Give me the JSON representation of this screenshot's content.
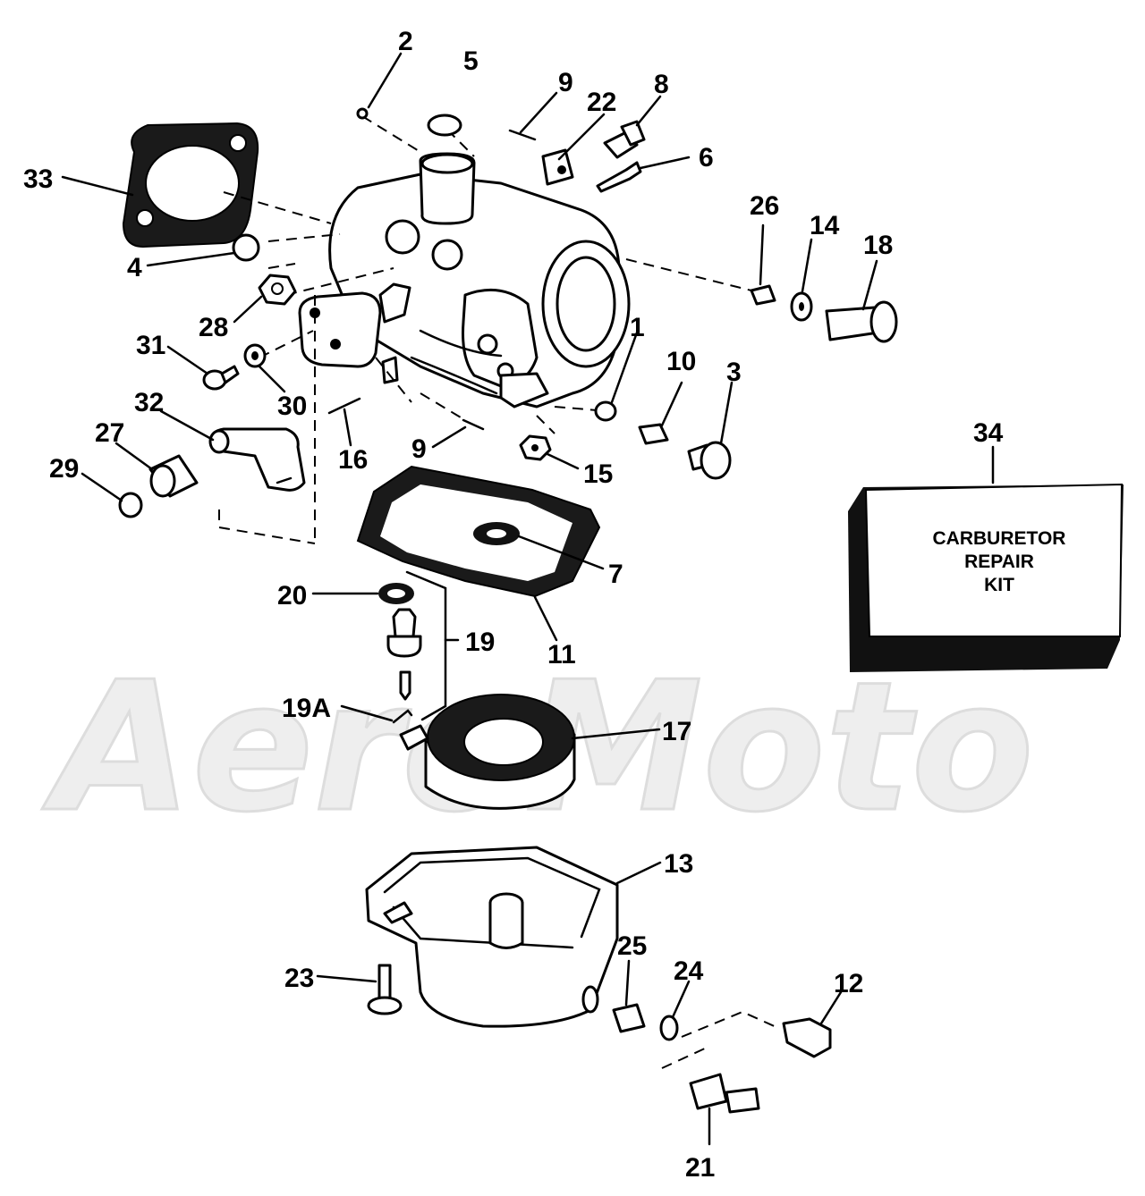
{
  "watermark": "AeroMoto",
  "kit_label": {
    "line1": "CARBURETOR",
    "line2": "REPAIR",
    "line3": "KIT"
  },
  "callouts": {
    "c1": "1",
    "c2": "2",
    "c3": "3",
    "c4": "4",
    "c5": "5",
    "c6": "6",
    "c7": "7",
    "c8": "8",
    "c9a": "9",
    "c9b": "9",
    "c10": "10",
    "c11": "11",
    "c12": "12",
    "c13": "13",
    "c14": "14",
    "c15": "15",
    "c16": "16",
    "c17": "17",
    "c18": "18",
    "c19": "19",
    "c19a": "19A",
    "c20": "20",
    "c21": "21",
    "c22": "22",
    "c23": "23",
    "c24": "24",
    "c25": "25",
    "c26": "26",
    "c27": "27",
    "c28": "28",
    "c29": "29",
    "c30": "30",
    "c31": "31",
    "c32": "32",
    "c33": "33",
    "c34": "34"
  }
}
